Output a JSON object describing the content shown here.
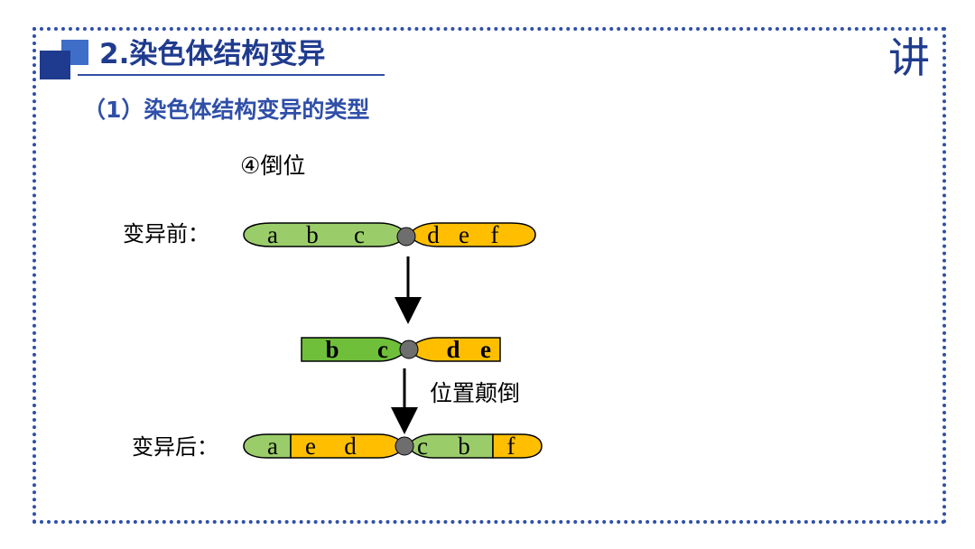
{
  "header": {
    "title": "2.染色体结构变异",
    "mode_label": "讲"
  },
  "subtitle": "（1）染色体结构变异的类型",
  "item_heading": "④倒位",
  "rows": {
    "before_label": "变异前：",
    "after_label": "变异后："
  },
  "note": "位置颠倒",
  "genes": {
    "before": [
      "a",
      "b",
      "c",
      "d",
      "e",
      "f"
    ],
    "middle": [
      "b",
      "c",
      "d",
      "e"
    ],
    "after": [
      "a",
      "e",
      "d",
      "c",
      "b",
      "f"
    ]
  },
  "colors": {
    "green": "#9acd6a",
    "orange": "#ffbf00",
    "centromere": "#6e6e6e",
    "accent": "#1f3b8f"
  }
}
